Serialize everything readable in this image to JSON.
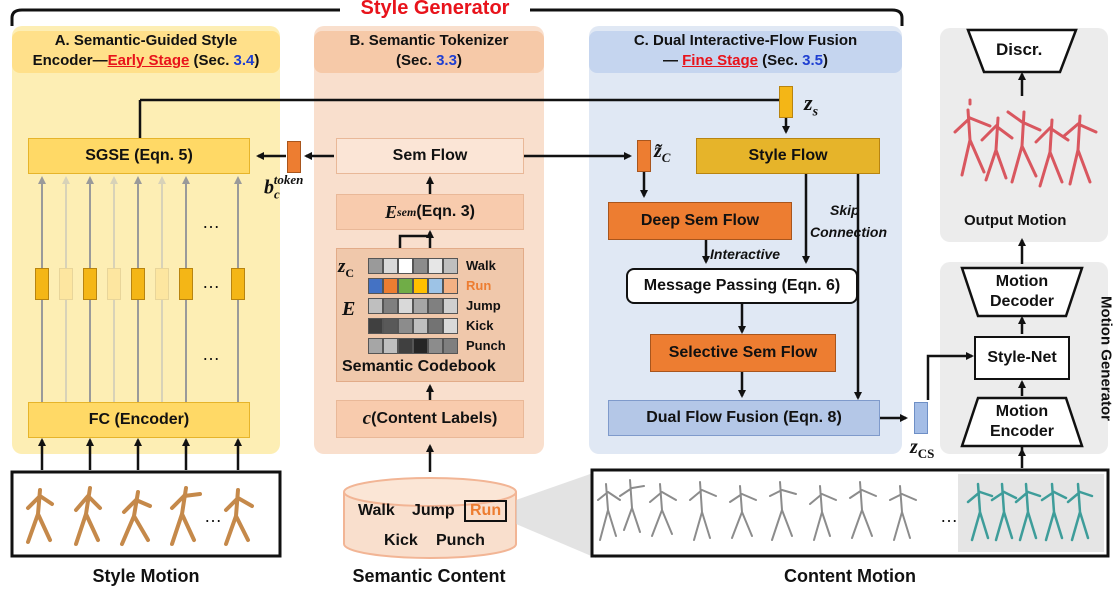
{
  "header": {
    "title": "Style Generator"
  },
  "panelA": {
    "title_line1": "A. Semantic-Guided Style",
    "title_line2a": "Encoder—",
    "title_stage": "Early Stage",
    "title_line2b": " (Sec. ",
    "title_sec": "3.4",
    "title_end": ")",
    "sgse": "SGSE (Eqn. 5)",
    "fc": "FC (Encoder)",
    "ellipsis": "…"
  },
  "panelB": {
    "title_line1": "B. Semantic Tokenizer",
    "title_line2a": "(Sec. ",
    "title_sec": "3.3",
    "title_end": ")",
    "sem_flow": "Sem Flow",
    "esem": "E",
    "esem_sub": "sem",
    "esem_rest": "(Eqn. 3)",
    "codebook": "Semantic Codebook",
    "codebook_rows": [
      "Walk",
      "Run",
      "Jump",
      "Kick",
      "Punch"
    ],
    "zc": "z",
    "zc_sub": "C",
    "e_label": "E",
    "content_labels_c": "c",
    "content_labels_rest": " (Content Labels)"
  },
  "panelC": {
    "title_line1": "C. Dual Interactive-Flow Fusion",
    "title_line2a": "— ",
    "title_stage": "Fine Stage",
    "title_line2b": " (Sec. ",
    "title_sec": "3.5",
    "title_end": ")",
    "style_flow": "Style Flow",
    "deep_sem_flow": "Deep Sem Flow",
    "interactive": "Interactive",
    "skip1": "Skip",
    "skip2": "Connection",
    "message_passing": "Message Passing (Eqn. 6)",
    "selective": "Selective Sem Flow",
    "dual_fusion": "Dual Flow Fusion (Eqn. 8)"
  },
  "labels": {
    "zs": "z",
    "zs_sub": "s",
    "zc_tilde": "z̃",
    "zc_tilde_sub": "C",
    "btoken": "b",
    "btoken_sub": "c",
    "btoken_sup": "token",
    "zcs": "z",
    "zcs_sub": "CS"
  },
  "right": {
    "discr": "Discr.",
    "output_motion": "Output Motion",
    "motion_decoder_1": "Motion",
    "motion_decoder_2": "Decoder",
    "style_net": "Style-Net",
    "motion_encoder_1": "Motion",
    "motion_encoder_2": "Encoder",
    "motion_generator": "Motion Generator"
  },
  "bottom": {
    "style_motion": "Style Motion",
    "semantic_content": "Semantic Content",
    "content_motion": "Content Motion",
    "content_words": [
      "Walk",
      "Jump",
      "Run",
      "Kick",
      "Punch"
    ],
    "ellipsis": "…"
  },
  "colors": {
    "panelA": "#fde9a6",
    "panelB": "#f8dcc8",
    "panelC": "#dde5f3",
    "accent_red": "#e8131b",
    "accent_blue": "#1f3fd1",
    "orange": "#ed7d31",
    "gold": "#e6b42a",
    "blue_box": "#b4c7e7"
  }
}
